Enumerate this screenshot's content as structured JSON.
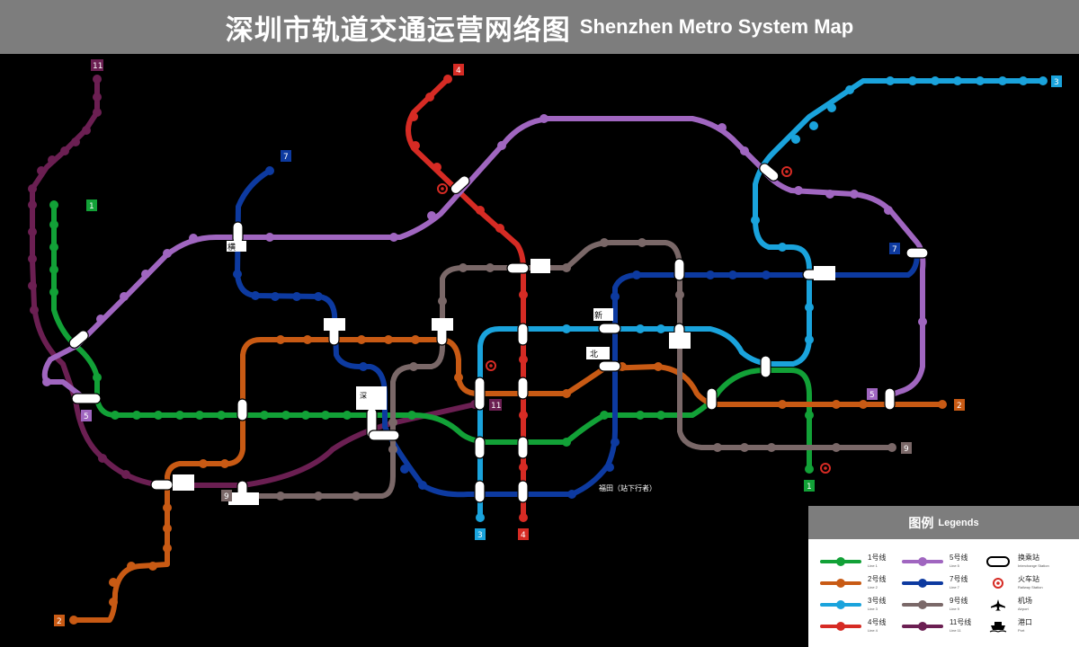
{
  "header": {
    "title_cn": "深圳市轨道交通运营网络图",
    "title_en": "Shenzhen Metro System Map"
  },
  "colors": {
    "line1": "#12a137",
    "line2": "#c85a14",
    "line3": "#1aa3dc",
    "line4": "#d62b24",
    "line5": "#a066c0",
    "line7": "#0d3aa0",
    "line9": "#7a6868",
    "line11": "#6b1f52",
    "header_bg": "#7d7d7d"
  },
  "lines": [
    {
      "id": "1",
      "name_cn": "1号线",
      "name_en": "Line 1",
      "color": "#12a137"
    },
    {
      "id": "2",
      "name_cn": "2号线",
      "name_en": "Line 2",
      "color": "#c85a14"
    },
    {
      "id": "3",
      "name_cn": "3号线",
      "name_en": "Line 3",
      "color": "#1aa3dc"
    },
    {
      "id": "4",
      "name_cn": "4号线",
      "name_en": "Line 4",
      "color": "#d62b24"
    },
    {
      "id": "5",
      "name_cn": "5号线",
      "name_en": "Line 5",
      "color": "#a066c0"
    },
    {
      "id": "7",
      "name_cn": "7号线",
      "name_en": "Line 7",
      "color": "#0d3aa0"
    },
    {
      "id": "9",
      "name_cn": "9号线",
      "name_en": "Line 9",
      "color": "#7a6868"
    },
    {
      "id": "11",
      "name_cn": "11号线",
      "name_en": "Line 11",
      "color": "#6b1f52"
    }
  ],
  "map": {
    "annotation": "福田（站下行者）",
    "station_labels": [
      "横",
      "新",
      "北",
      "深"
    ]
  },
  "legend": {
    "title_cn": "图例",
    "title_en": "Legends",
    "interchange": {
      "cn": "换乘站",
      "en": "Interchange Station"
    },
    "railway": {
      "cn": "火车站",
      "en": "Railway Station"
    },
    "airport": {
      "cn": "机场",
      "en": "Airport"
    },
    "port": {
      "cn": "港口",
      "en": "Port"
    }
  }
}
